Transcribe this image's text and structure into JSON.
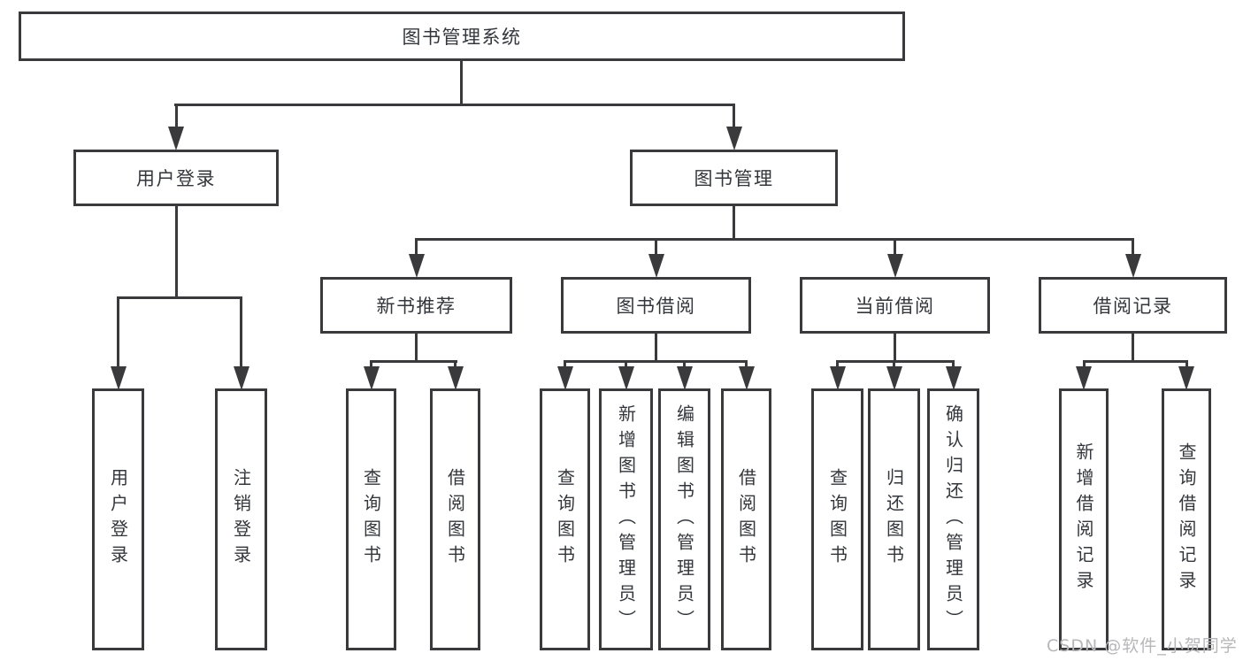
{
  "diagram": {
    "root": {
      "label": "图书管理系统"
    },
    "branches": [
      {
        "id": "user-login",
        "label": "用户登录",
        "children": [
          "用户登录",
          "注销登录"
        ]
      },
      {
        "id": "book-management",
        "label": "图书管理",
        "sections": [
          {
            "id": "new-book-recommendation",
            "label": "新书推荐",
            "children": [
              "查询图书",
              "借阅图书"
            ]
          },
          {
            "id": "book-borrowing",
            "label": "图书借阅",
            "children": [
              "查询图书",
              "新增图书（管理员）",
              "编辑图书（管理员）",
              "借阅图书"
            ]
          },
          {
            "id": "current-borrowing",
            "label": "当前借阅",
            "children": [
              "查询图书",
              "归还图书",
              "确认归还（管理员）"
            ]
          },
          {
            "id": "borrowing-records",
            "label": "借阅记录",
            "children": [
              "新增借阅记录",
              "查询借阅记录"
            ]
          }
        ]
      }
    ]
  },
  "watermark": {
    "text": "CSDN @软件_小贺同学"
  },
  "colors": {
    "line": "#3a3a3d",
    "text": "#33363b",
    "watermark": "#b7b7ba",
    "background": "#ffffff"
  }
}
